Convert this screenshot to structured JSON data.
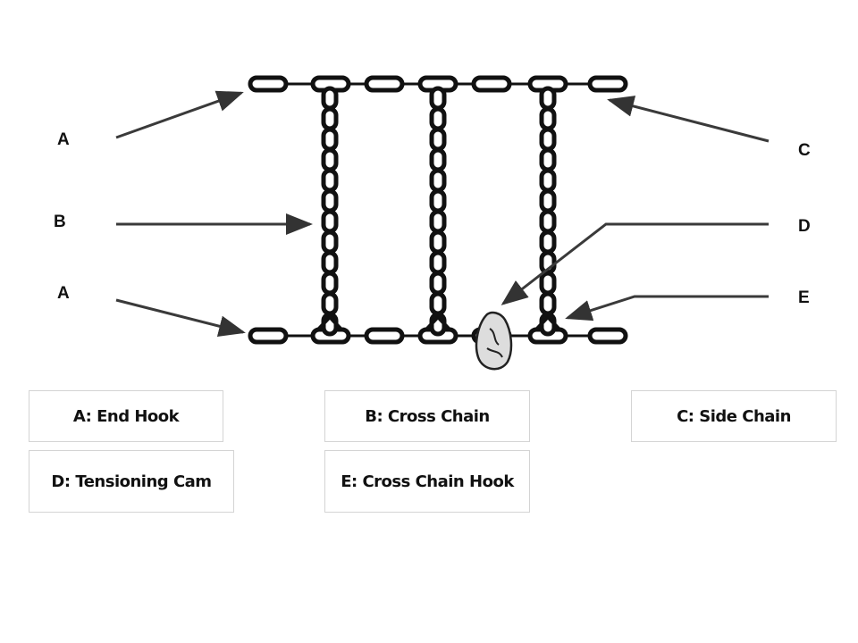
{
  "diagram": {
    "title": "Tire chain parts",
    "callouts": [
      {
        "id": "callout-a-top",
        "letter": "A"
      },
      {
        "id": "callout-b",
        "letter": "B"
      },
      {
        "id": "callout-a-bottom",
        "letter": "A"
      },
      {
        "id": "callout-c",
        "letter": "C"
      },
      {
        "id": "callout-d",
        "letter": "D"
      },
      {
        "id": "callout-e",
        "letter": "E"
      }
    ],
    "cross_chain_count": 3
  },
  "answer_boxes": [
    {
      "label": "A: End Hook"
    },
    {
      "label": "B: Cross Chain"
    },
    {
      "label": "C: Side Chain"
    },
    {
      "label": "D: Tensioning Cam"
    },
    {
      "label": "E: Cross Chain Hook"
    }
  ],
  "colors": {
    "chain": "#111111",
    "arrow": "#3a3a3a",
    "box_border": "#d4d4d4"
  }
}
